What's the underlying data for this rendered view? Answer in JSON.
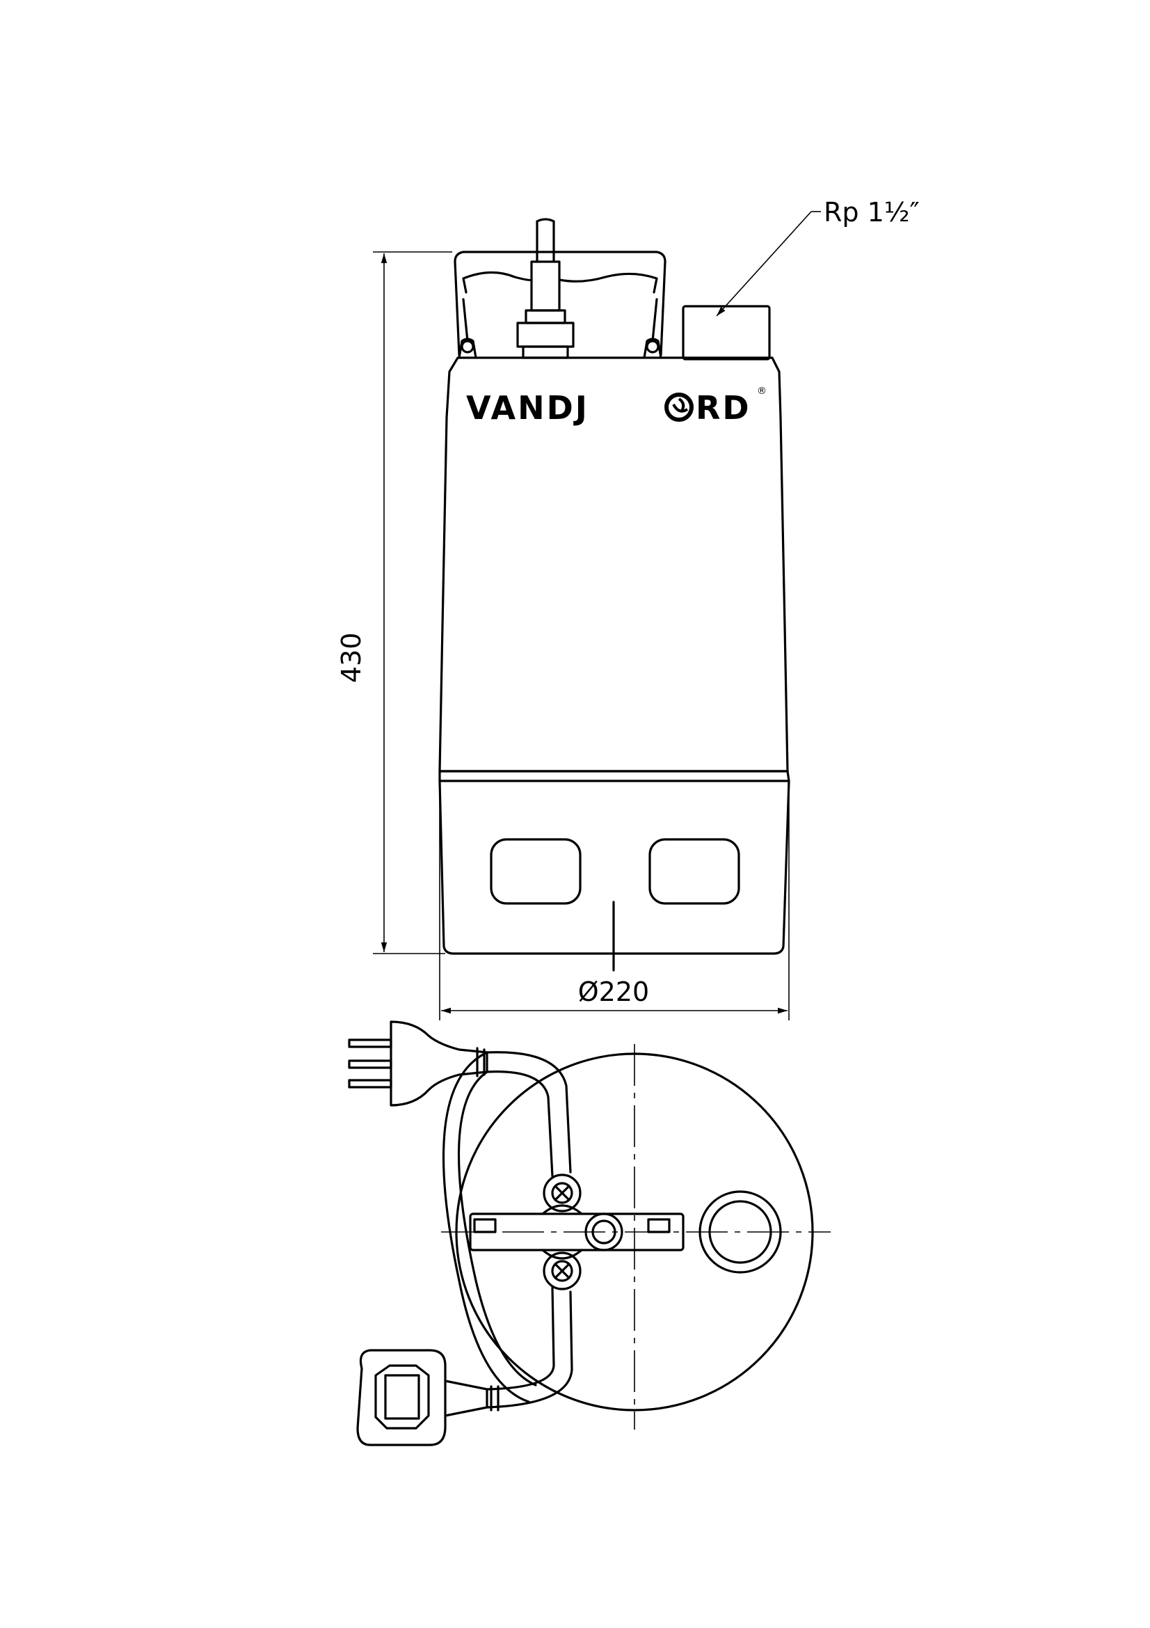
{
  "brand": {
    "name_left": "VANDJ",
    "name_right": "RD",
    "registered_mark": "®"
  },
  "dimensions": {
    "height_label": "430",
    "diameter_label": "Ø220",
    "outlet_label": "Rp 1½″"
  }
}
